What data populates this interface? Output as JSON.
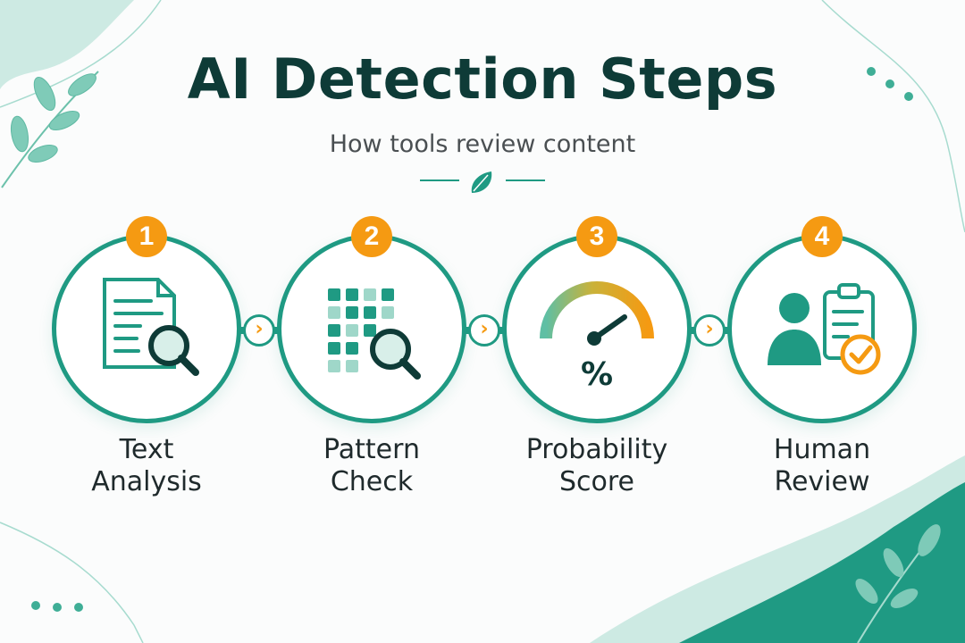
{
  "title": "AI Detection Steps",
  "subtitle": "How tools review content",
  "connector_glyph": "›",
  "steps": [
    {
      "number": "1",
      "line1": "Text",
      "line2": "Analysis",
      "icon": "document-search-icon"
    },
    {
      "number": "2",
      "line1": "Pattern",
      "line2": "Check",
      "icon": "grid-search-icon"
    },
    {
      "number": "3",
      "line1": "Probability",
      "line2": "Score",
      "icon": "gauge-percent-icon",
      "symbol": "%"
    },
    {
      "number": "4",
      "line1": "Human",
      "line2": "Review",
      "icon": "person-clipboard-check-icon"
    }
  ],
  "colors": {
    "primary": "#1f9a83",
    "accent": "#f59a12",
    "title": "#0e3b37",
    "light_teal": "#cdeae3"
  }
}
